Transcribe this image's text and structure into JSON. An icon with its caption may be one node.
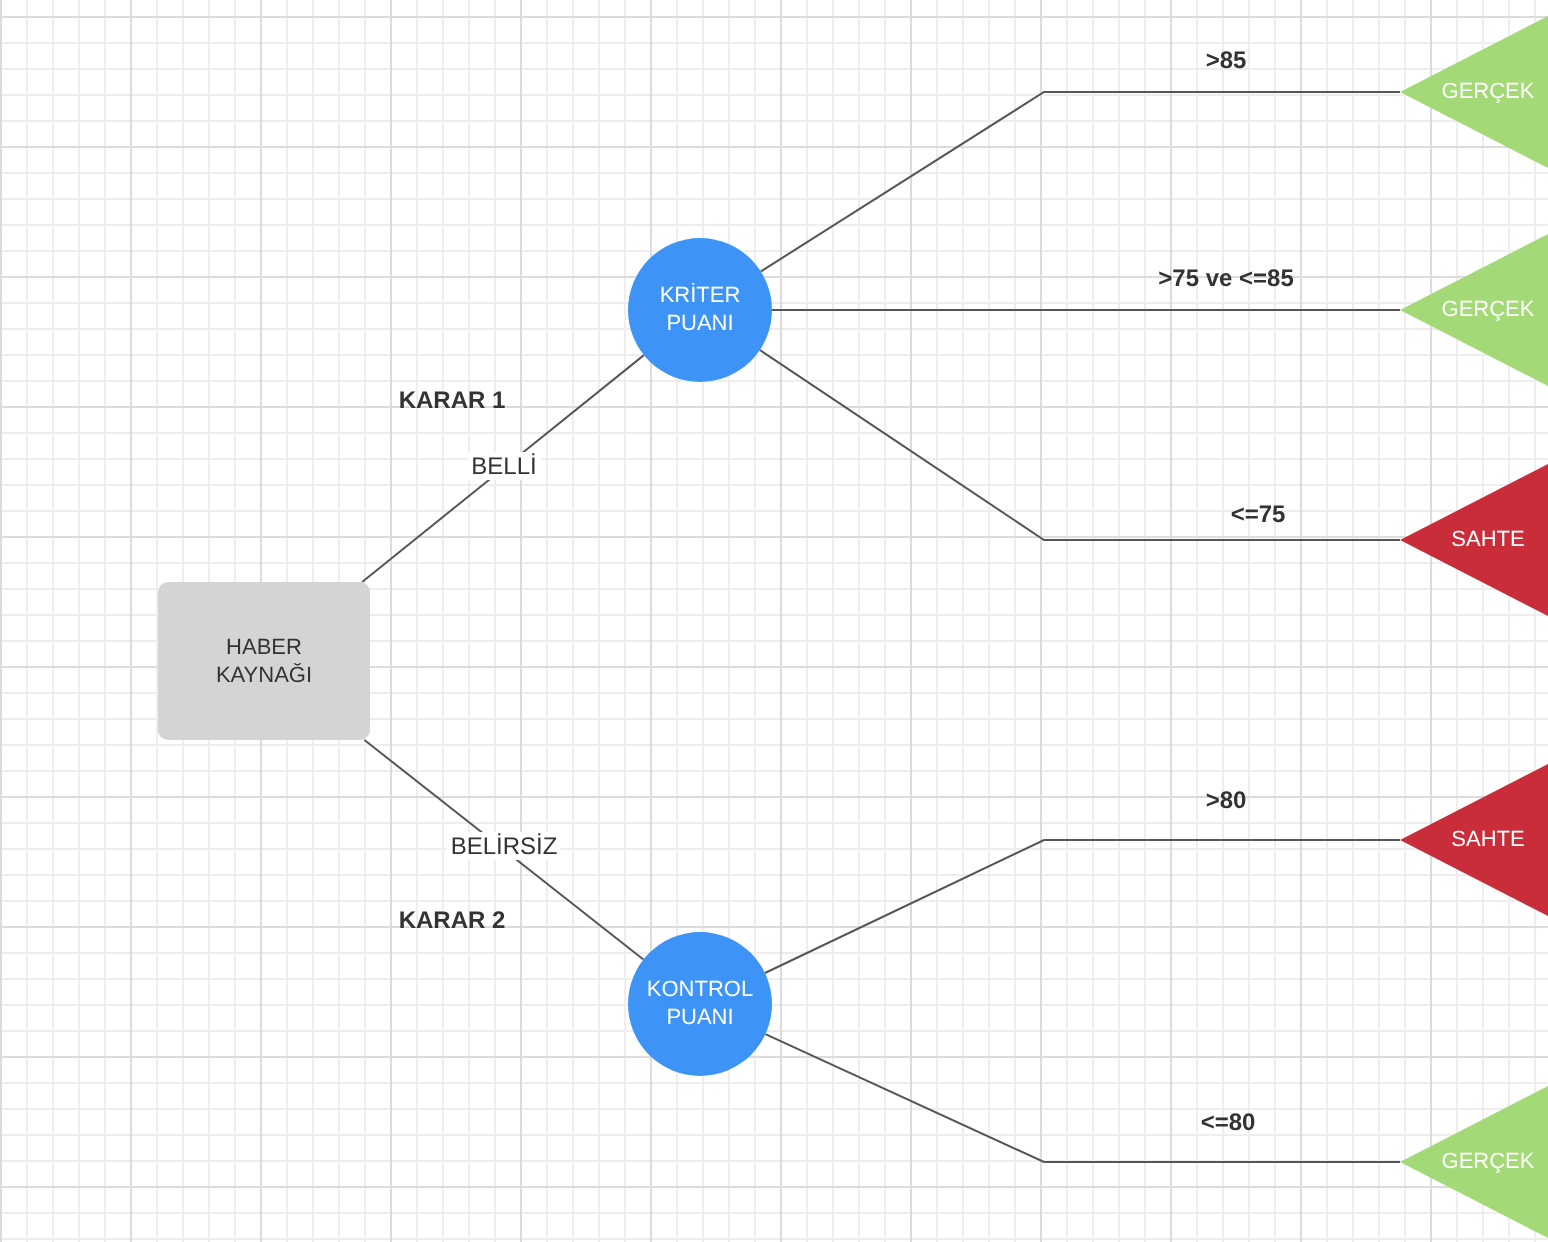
{
  "diagram": {
    "nodes": [
      {
        "text": [
          "HABER KAYNAĞI"
        ]
      },
      {
        "text": [
          "KRİTER PUANI"
        ]
      },
      {
        "text": [
          "KONTROL PUANI"
        ]
      },
      {
        "text": [
          "GERÇEK"
        ]
      },
      {
        "text": [
          "GERÇEK"
        ]
      },
      {
        "text": [
          "SAHTE"
        ]
      },
      {
        "text": [
          "SAHTE"
        ]
      },
      {
        "text": [
          "GERÇEK"
        ]
      }
    ],
    "edges": [
      {
        "from": 0,
        "to": 1,
        "label": "BELLİ",
        "arrow": "none"
      },
      {
        "from": 0,
        "to": 2,
        "label": "BELİRSİZ",
        "arrow": "none"
      },
      {
        "from": 1,
        "to": 3,
        "label": ">85",
        "arrow": "none"
      },
      {
        "from": 1,
        "to": 4,
        "label": ">75 ve <=85",
        "arrow": "none"
      },
      {
        "from": 1,
        "to": 5,
        "label": "<=75",
        "arrow": "none"
      },
      {
        "from": 2,
        "to": 6,
        "label": ">80",
        "arrow": "none"
      },
      {
        "from": 2,
        "to": 7,
        "label": "<=80",
        "arrow": "none"
      }
    ],
    "labels": [
      "KARAR 1",
      "KARAR 2"
    ]
  }
}
